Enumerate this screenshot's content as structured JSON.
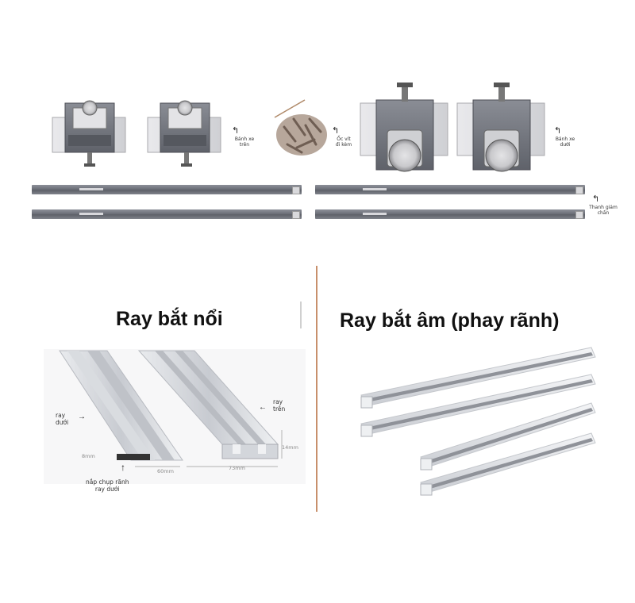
{
  "labels": {
    "banh_xe_tren": "Bánh xe\ntrên",
    "oc_vit": "Ốc vít\nđi kèm",
    "banh_xe_duoi": "Bánh xe\ndưới",
    "thanh_giam_chan": "Thanh giảm\nchấn"
  },
  "left": {
    "title": "Ray bắt nổi",
    "ray_duoi": "ray\ndưới",
    "ray_tren": "ray\ntrên",
    "nap_chup": "nắp chụp rãnh\nray dưới",
    "dim_8mm": "8mm",
    "dim_60mm": "60mm",
    "dim_73mm": "73mm",
    "dim_14mm": "14mm"
  },
  "right": {
    "title": "Ray bắt âm (phay rãnh)"
  },
  "colors": {
    "divider": "#c8906c",
    "metal": "#6f727a",
    "rail": "#d7d9de"
  }
}
